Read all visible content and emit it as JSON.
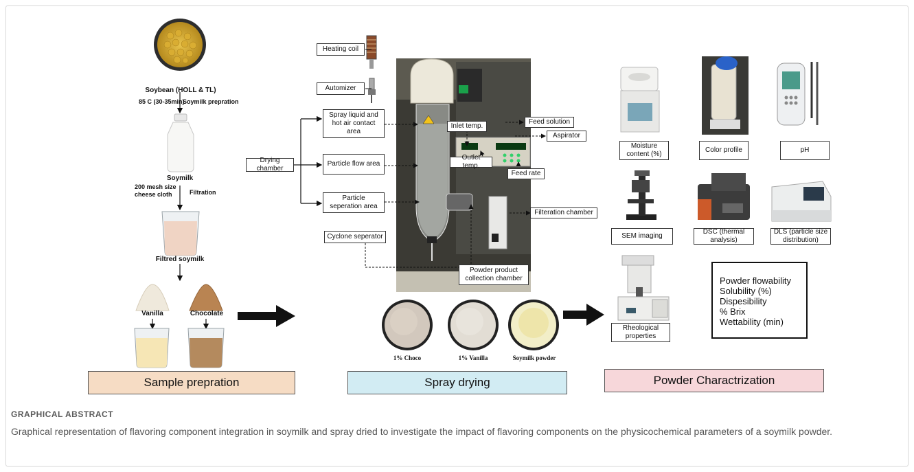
{
  "sample_prep": {
    "soybean": "Soybean (HOLL & TL)",
    "temp": "85 C (30-35min)",
    "step_soymilk": "Soymilk prepration",
    "soymilk": "Soymilk",
    "mesh": "200 mesh size cheese cloth",
    "filtration": "Filtration",
    "filtred": "Filtred soymilk",
    "vanilla": "Vanilla",
    "chocolate": "Chocolate"
  },
  "spray": {
    "heating_coil": "Heating coil",
    "automizer": "Automizer",
    "spray_liquid": "Spray liquid and hot air contact area",
    "drying_chamber": "Drying chamber",
    "particle_flow": "Particle flow area",
    "particle_sep": "Particle seperation area",
    "cyclone": "Cyclone seperator",
    "inlet": "Inlet temp.",
    "outlet": "Outlet temp.",
    "feed_solution": "Feed solution",
    "aspirator": "Aspirator",
    "feed_rate": "Feed rate",
    "filteration": "Filteration chamber",
    "powder_collection": "Powder product collection chamber",
    "samples": [
      "1% Choco",
      "1% Vanilla",
      "Soymilk powder"
    ]
  },
  "charact": {
    "moisture": "Moisture content (%)",
    "color": "Color profile",
    "ph": "pH",
    "sem": "SEM imaging",
    "dsc": "DSC (thermal analysis)",
    "dls": "DLS (particle size distribution)",
    "rheo": "Rheological properties",
    "properties": [
      "Powder flowability",
      "Solubility (%)",
      "Dispesibility",
      "% Brix",
      "Wettability (min)"
    ]
  },
  "stages": {
    "sample": "Sample prepration",
    "spray": "Spray drying",
    "powder": "Powder Charactrization"
  },
  "stage_colors": {
    "sample": "#f6dcc4",
    "spray": "#d2ecf3",
    "powder": "#f7d7da"
  },
  "caption": {
    "heading": "GRAPHICAL ABSTRACT",
    "text": "Graphical representation of flavoring component integration in soymilk and spray dried to investigate the impact of flavoring components on the physicochemical parameters of a soymilk powder."
  }
}
